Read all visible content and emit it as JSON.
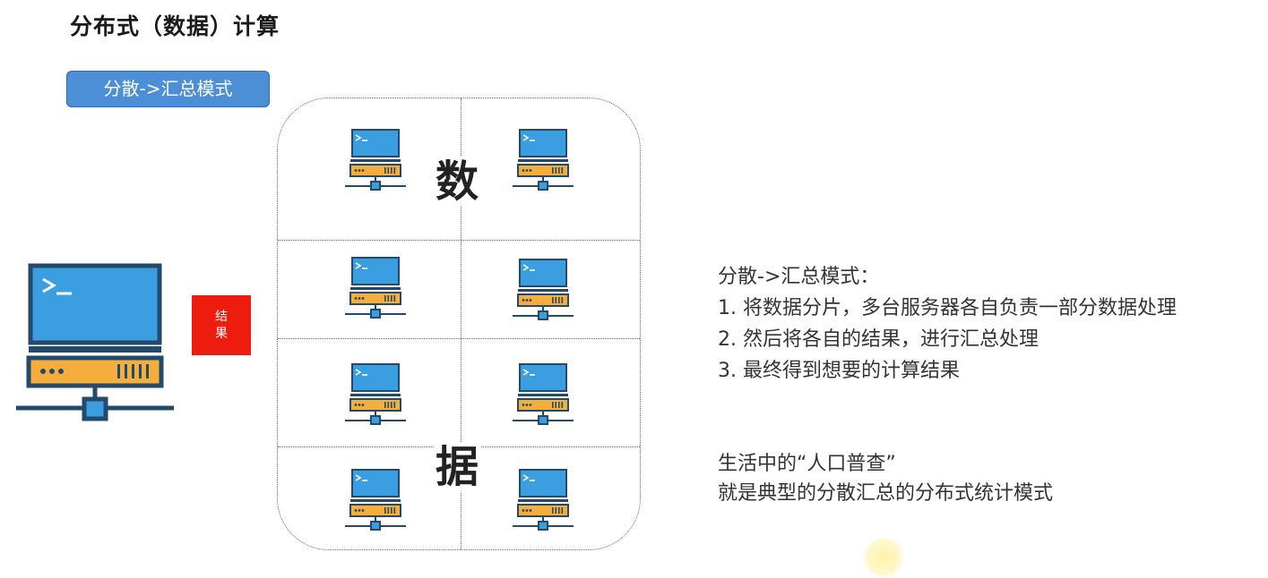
{
  "title": "分布式（数据）计算",
  "mode_label": "分散->汇总模式",
  "result_label": "结果",
  "cluster_labels": [
    "数",
    "据"
  ],
  "description": {
    "heading": "分散->汇总模式：",
    "items": [
      "1. 将数据分片，多台服务器各自负责一部分数据处理",
      "2. 然后将各自的结果，进行汇总处理",
      "3. 最终得到想要的计算结果"
    ]
  },
  "example": {
    "line1": "生活中的“人口普查”",
    "line2": "就是典型的分散汇总的分布式统计模式"
  },
  "icons": {
    "client": "computer-terminal-icon",
    "server": "server-node-icon"
  },
  "colors": {
    "screen": "#3a9ee0",
    "frame": "#234a6b",
    "unit": "#f5ad3c",
    "badge": "#4d8fd6",
    "result": "#ee1c0e"
  }
}
